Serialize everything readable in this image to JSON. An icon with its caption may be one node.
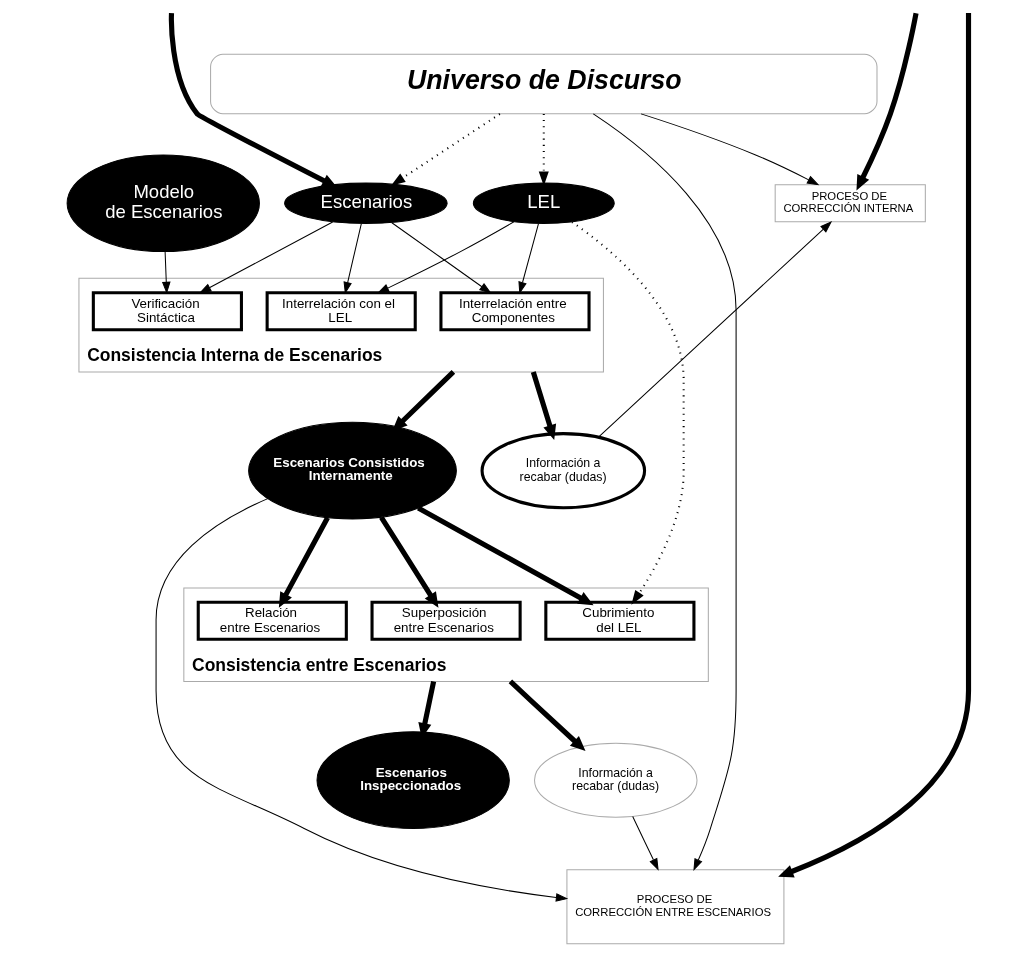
{
  "diagram": {
    "nodes": [
      {
        "text": [
          "Universo de Discurso"
        ]
      },
      {
        "text": [
          "Modelo de Escenarios"
        ]
      },
      {
        "text": [
          "Escenarios"
        ]
      },
      {
        "text": [
          "LEL"
        ]
      },
      {
        "text": [
          "PROCESO DE CORRECCIÓN INTERNA"
        ]
      },
      {
        "text": [
          "Consistencia Interna de Escenarios"
        ]
      },
      {
        "text": [
          "Verificación Sintáctica"
        ],
        "in": 5
      },
      {
        "text": [
          "Interrelación entre Componentes"
        ],
        "in": 5
      },
      {
        "text": [
          "Interrelación con el LEL"
        ],
        "in": 5
      },
      {
        "text": [
          "Escenarios Consistidos Internamente"
        ]
      },
      {
        "text": [
          "Información a recabar (dudas)"
        ]
      },
      {
        "text": [
          "PROCESO DE CORRECCIÓN ENTRE ESCENARIOS"
        ]
      },
      {
        "text": [
          "Consistencia entre Escenarios"
        ]
      },
      {
        "text": [
          "Relación entre Escenarios"
        ],
        "in": 12
      },
      {
        "text": [
          "Superposición entre Escenarios"
        ],
        "in": 12
      },
      {
        "text": [
          "Cubrimiento del LEL"
        ],
        "in": 12
      },
      {
        "text": [
          "Escenarios Inspeccionados"
        ]
      },
      {
        "text": [
          "Información a recabar (dudas)"
        ]
      }
    ],
    "edges": [
      {
        "from": 0,
        "to": 2,
        "arrow": "to",
        "style": "dashed"
      },
      {
        "from": 0,
        "to": 3,
        "arrow": "to",
        "style": "dashed"
      },
      {
        "from": 0,
        "to": 4,
        "arrow": "to"
      },
      {
        "from": 0,
        "to": 11,
        "arrow": "to"
      },
      {
        "from": null,
        "to": 2,
        "arrow": "to",
        "style": "thick"
      },
      {
        "from": null,
        "to": 4,
        "arrow": "to",
        "style": "thick"
      },
      {
        "from": null,
        "to": 11,
        "arrow": "to",
        "style": "thick"
      },
      {
        "from": 1,
        "to": 6,
        "arrow": "to"
      },
      {
        "from": 2,
        "to": 6,
        "arrow": "to"
      },
      {
        "from": 2,
        "to": 7,
        "arrow": "to"
      },
      {
        "from": 2,
        "to": 8,
        "arrow": "to"
      },
      {
        "from": 3,
        "to": 7,
        "arrow": "to"
      },
      {
        "from": 3,
        "to": 8,
        "arrow": "to"
      },
      {
        "from": 3,
        "to": 15,
        "arrow": "to",
        "style": "dashed"
      },
      {
        "from": 5,
        "to": 9,
        "arrow": "to",
        "style": "thick"
      },
      {
        "from": 5,
        "to": 10,
        "arrow": "to",
        "style": "thick"
      },
      {
        "from": 10,
        "to": 4,
        "arrow": "to"
      },
      {
        "from": 9,
        "to": 11,
        "arrow": "to"
      },
      {
        "from": 9,
        "to": 13,
        "arrow": "to",
        "style": "thick"
      },
      {
        "from": 9,
        "to": 14,
        "arrow": "to",
        "style": "thick"
      },
      {
        "from": 9,
        "to": 15,
        "arrow": "to",
        "style": "thick"
      },
      {
        "from": 12,
        "to": 16,
        "arrow": "to",
        "style": "thick"
      },
      {
        "from": 12,
        "to": 17,
        "arrow": "to",
        "style": "thick"
      },
      {
        "from": 17,
        "to": 11,
        "arrow": "to"
      }
    ]
  }
}
